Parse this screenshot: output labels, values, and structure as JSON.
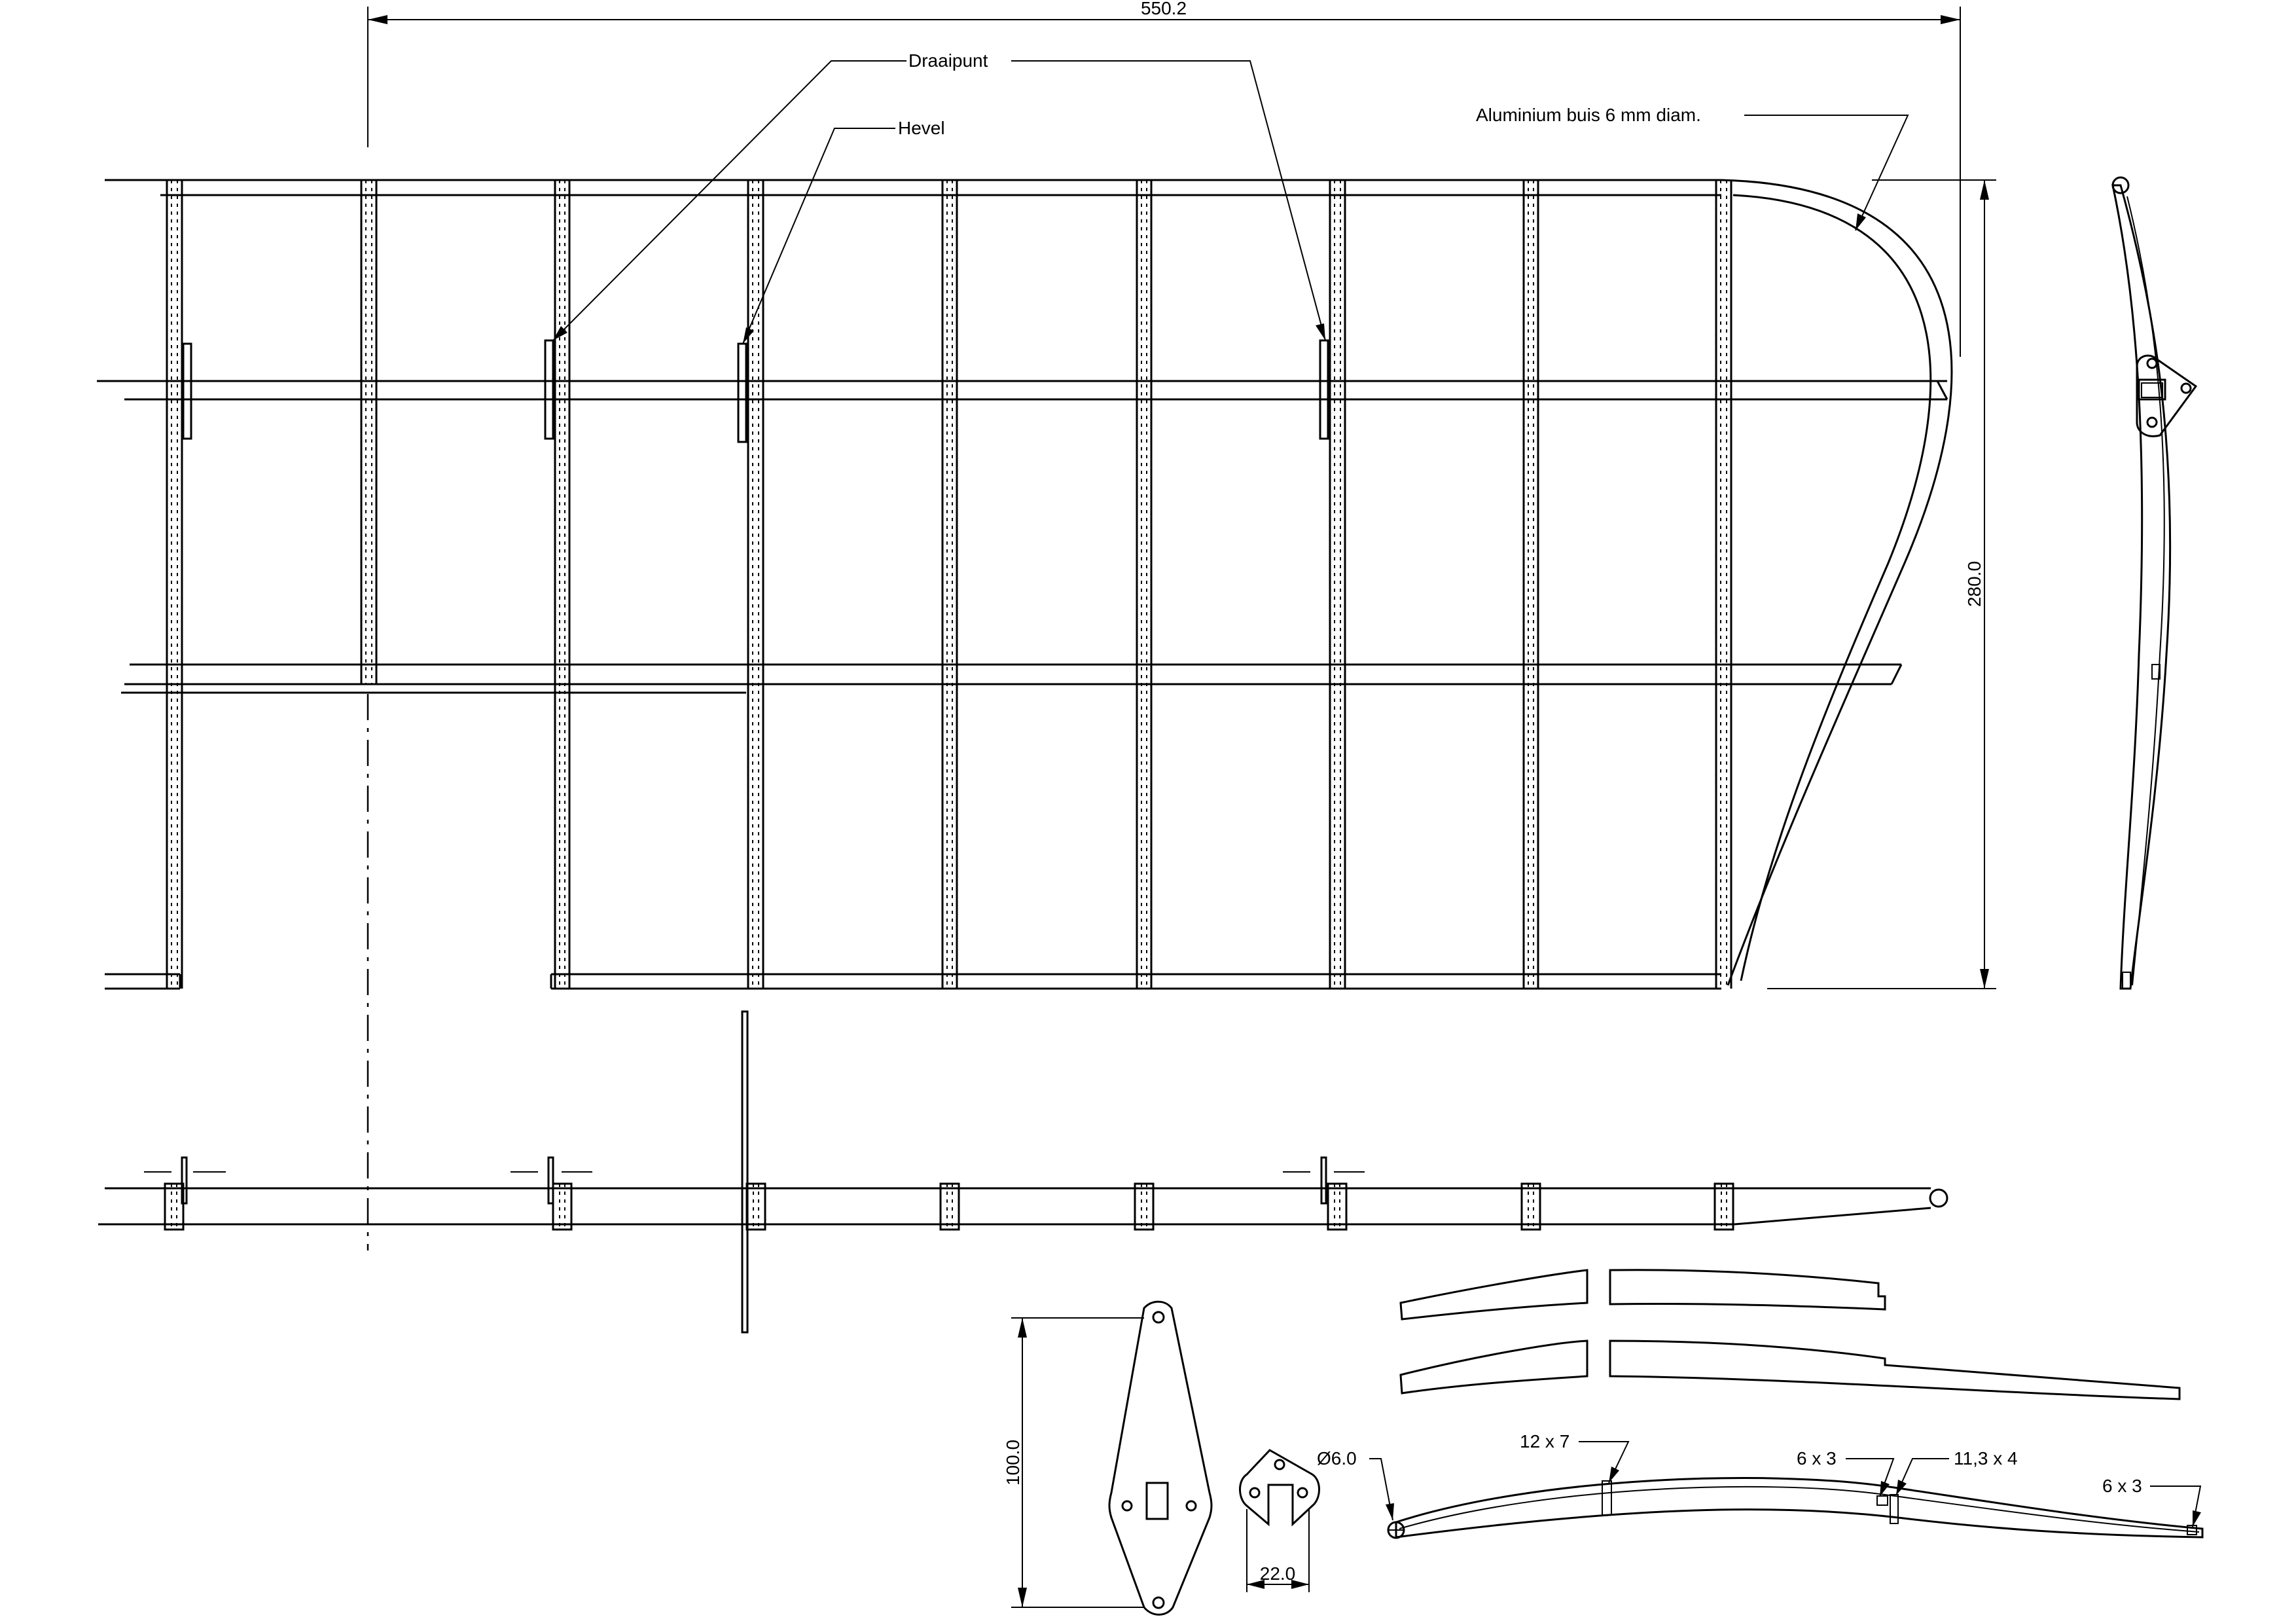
{
  "dimensions": {
    "overall_span": "550.2",
    "height": "280.0",
    "horn_height": "100.0",
    "slot_width": "22.0",
    "tube_diameter": "Ø6.0"
  },
  "labels": {
    "pivot": "Draaipunt",
    "lever": "Hevel",
    "tube": "Aluminium buis 6 mm diam.",
    "cutout_a": "12 x 7",
    "cutout_b": "6 x 3",
    "cutout_c": "11,3 x 4",
    "cutout_d": "6 x 3"
  }
}
